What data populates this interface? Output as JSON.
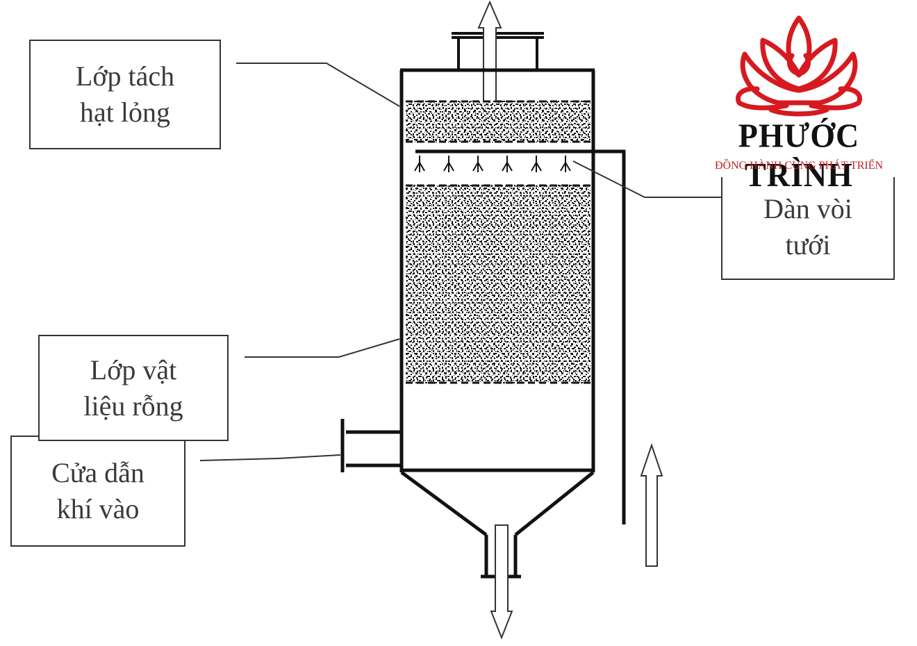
{
  "labels": {
    "top_layer": [
      "Lớp tách",
      "hạt lỏng"
    ],
    "spray": [
      "Dàn vòi",
      "tưới"
    ],
    "porous": [
      "Lớp vật",
      "liệu rỗng"
    ],
    "gas_inlet": [
      "Cửa dẫn",
      "khí vào"
    ]
  },
  "logo": {
    "title": "PHƯỚC TRÌNH",
    "slogan": "ĐỒNG HÀNH CÙNG PHÁT TRIỂN",
    "accent_color": "#d71920",
    "icon": "lotus-icon"
  },
  "colors": {
    "line": "#111111",
    "box_text": "#3a3a3a"
  }
}
